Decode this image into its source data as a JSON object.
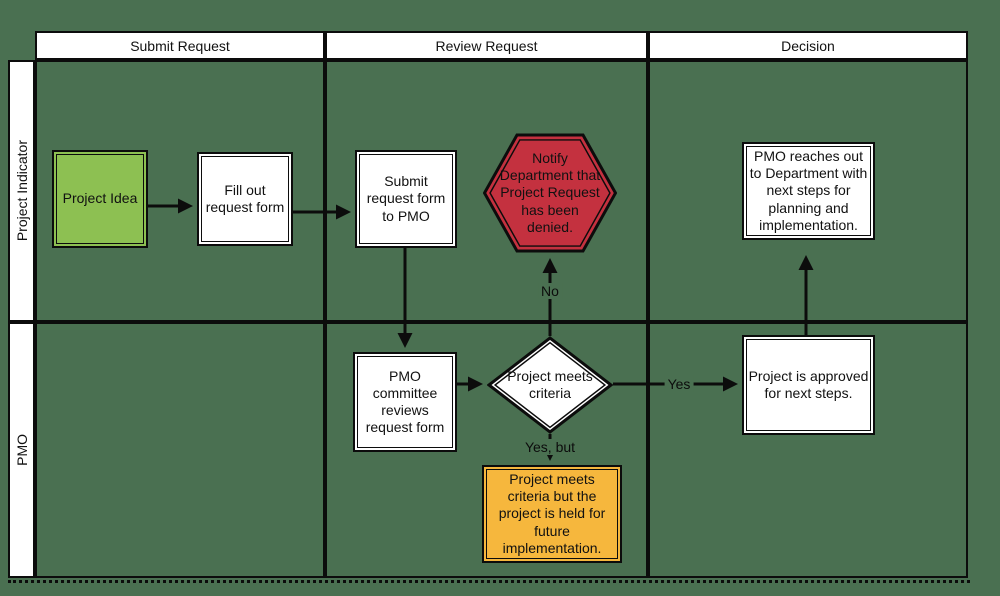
{
  "swimlane": {
    "columns": [
      "Submit Request",
      "Review Request",
      "Decision"
    ],
    "rows": [
      "Project Indicator",
      "PMO"
    ]
  },
  "nodes": {
    "project_idea": {
      "label": "Project Idea",
      "shape": "rectangle",
      "fill": "#8DC052"
    },
    "fill_out_form": {
      "label": "Fill out request form",
      "shape": "rectangle",
      "fill": "#FFFFFF"
    },
    "submit_to_pmo": {
      "label": "Submit request form to PMO",
      "shape": "rectangle",
      "fill": "#FFFFFF"
    },
    "notify_denied": {
      "label": "Notify Department that Project Request has been denied.",
      "shape": "hexagon",
      "fill": "#C4313F"
    },
    "pmo_reaches_out": {
      "label": "PMO reaches out to Department with next steps for planning and implementation.",
      "shape": "rectangle",
      "fill": "#FFFFFF"
    },
    "pmo_committee": {
      "label": "PMO committee reviews request form",
      "shape": "rectangle",
      "fill": "#FFFFFF"
    },
    "meets_criteria": {
      "label": "Project meets criteria",
      "shape": "diamond",
      "fill": "#FFFFFF"
    },
    "approved": {
      "label": "Project is approved for next steps.",
      "shape": "rectangle",
      "fill": "#FFFFFF"
    },
    "held_future": {
      "label": "Project meets criteria but the project is held for future implementation.",
      "shape": "rectangle",
      "fill": "#F6B73D"
    }
  },
  "edge_labels": {
    "no": "No",
    "yes": "Yes",
    "yes_but": "Yes, but"
  },
  "colors": {
    "background": "#4A7051",
    "line": "#0C0C0C",
    "node_green": "#8DC052",
    "node_red": "#C4313F",
    "node_amber": "#F6B73D",
    "node_white": "#FFFFFF"
  }
}
